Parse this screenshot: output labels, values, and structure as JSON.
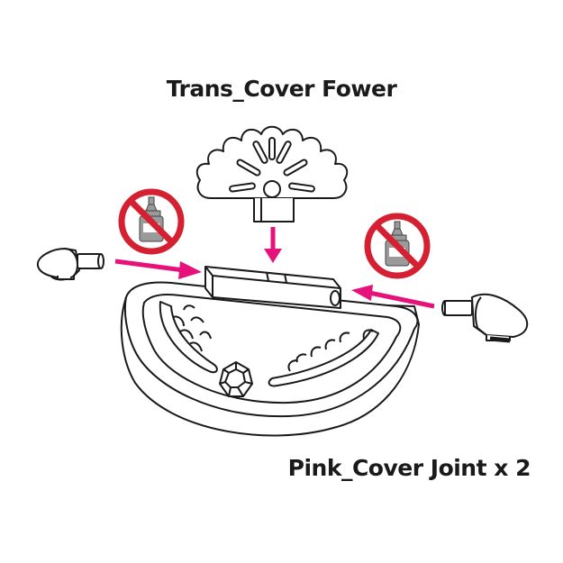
{
  "labels": {
    "top": "Trans_Cover Fower",
    "bottom": "Pink_Cover Joint x 2"
  },
  "icons": {
    "prohibition": "no-glue-icon",
    "arrow": "pink-arrow"
  },
  "colors": {
    "accent_pink": "#e6117a",
    "prohibition_red": "#d42030",
    "glue_grey": "#9a9a9a",
    "outline": "#1a1a1a"
  }
}
